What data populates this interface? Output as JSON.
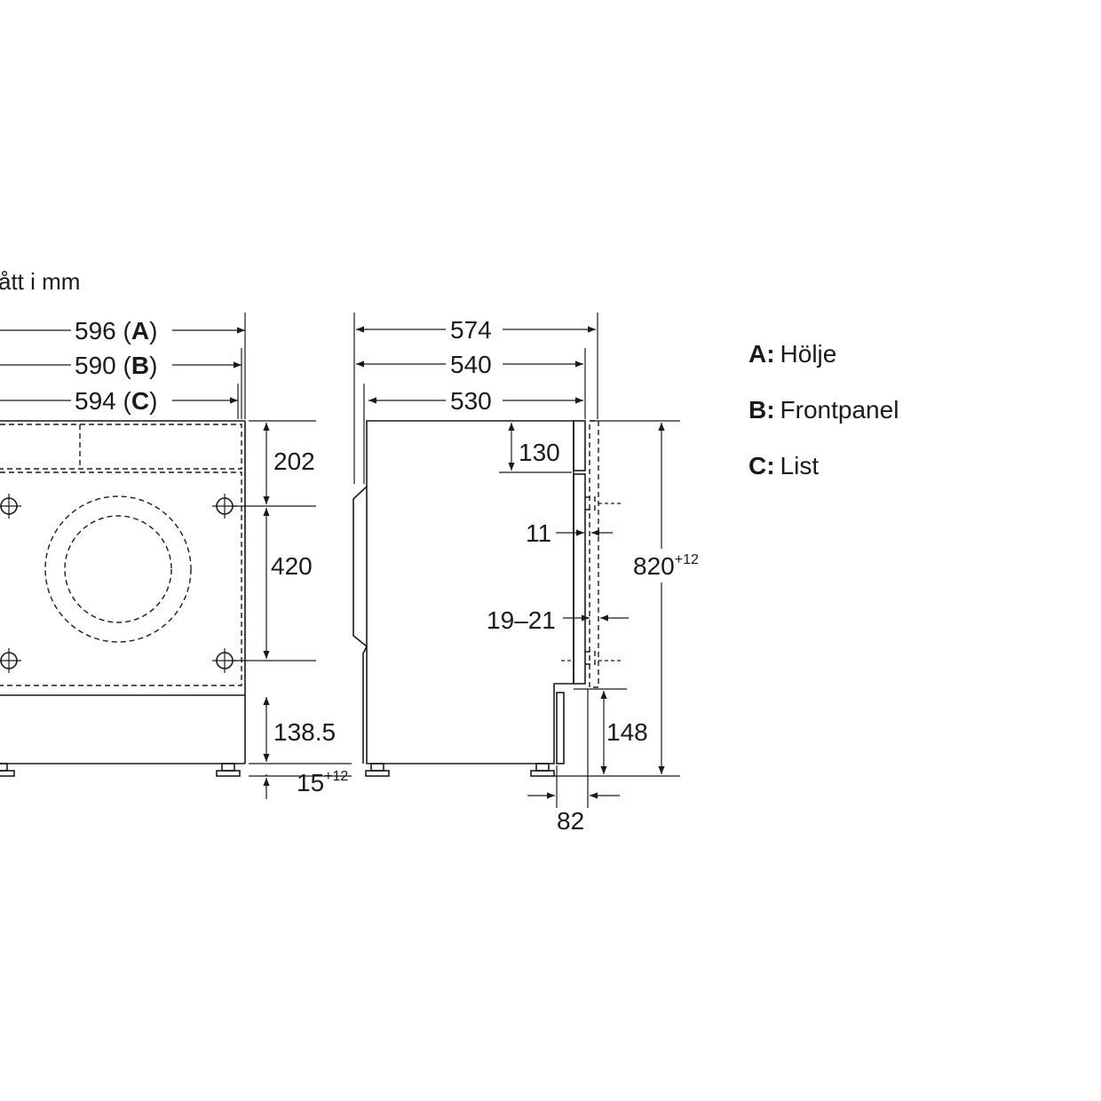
{
  "unit_note": "ått i mm",
  "front_view": {
    "width_a": "596",
    "width_a_key": "A",
    "width_b": "590",
    "width_b_key": "B",
    "width_c": "594",
    "width_c_key": "C",
    "top_panel": "202",
    "mount_spacing": "420",
    "base_height": "138.5",
    "foot_height": "15",
    "foot_height_tol": "+12"
  },
  "side_view": {
    "depth_total": "574",
    "depth_mid": "540",
    "depth_body": "530",
    "top_offset": "130",
    "panel_gap": "11",
    "panel_gap_range": "19–21",
    "total_height": "820",
    "total_height_tol": "+12",
    "plinth_height": "148",
    "plinth_depth": "82"
  },
  "legend": [
    {
      "key": "A:",
      "label": "Hölje"
    },
    {
      "key": "B:",
      "label": "Frontpanel"
    },
    {
      "key": "C:",
      "label": "List"
    }
  ]
}
